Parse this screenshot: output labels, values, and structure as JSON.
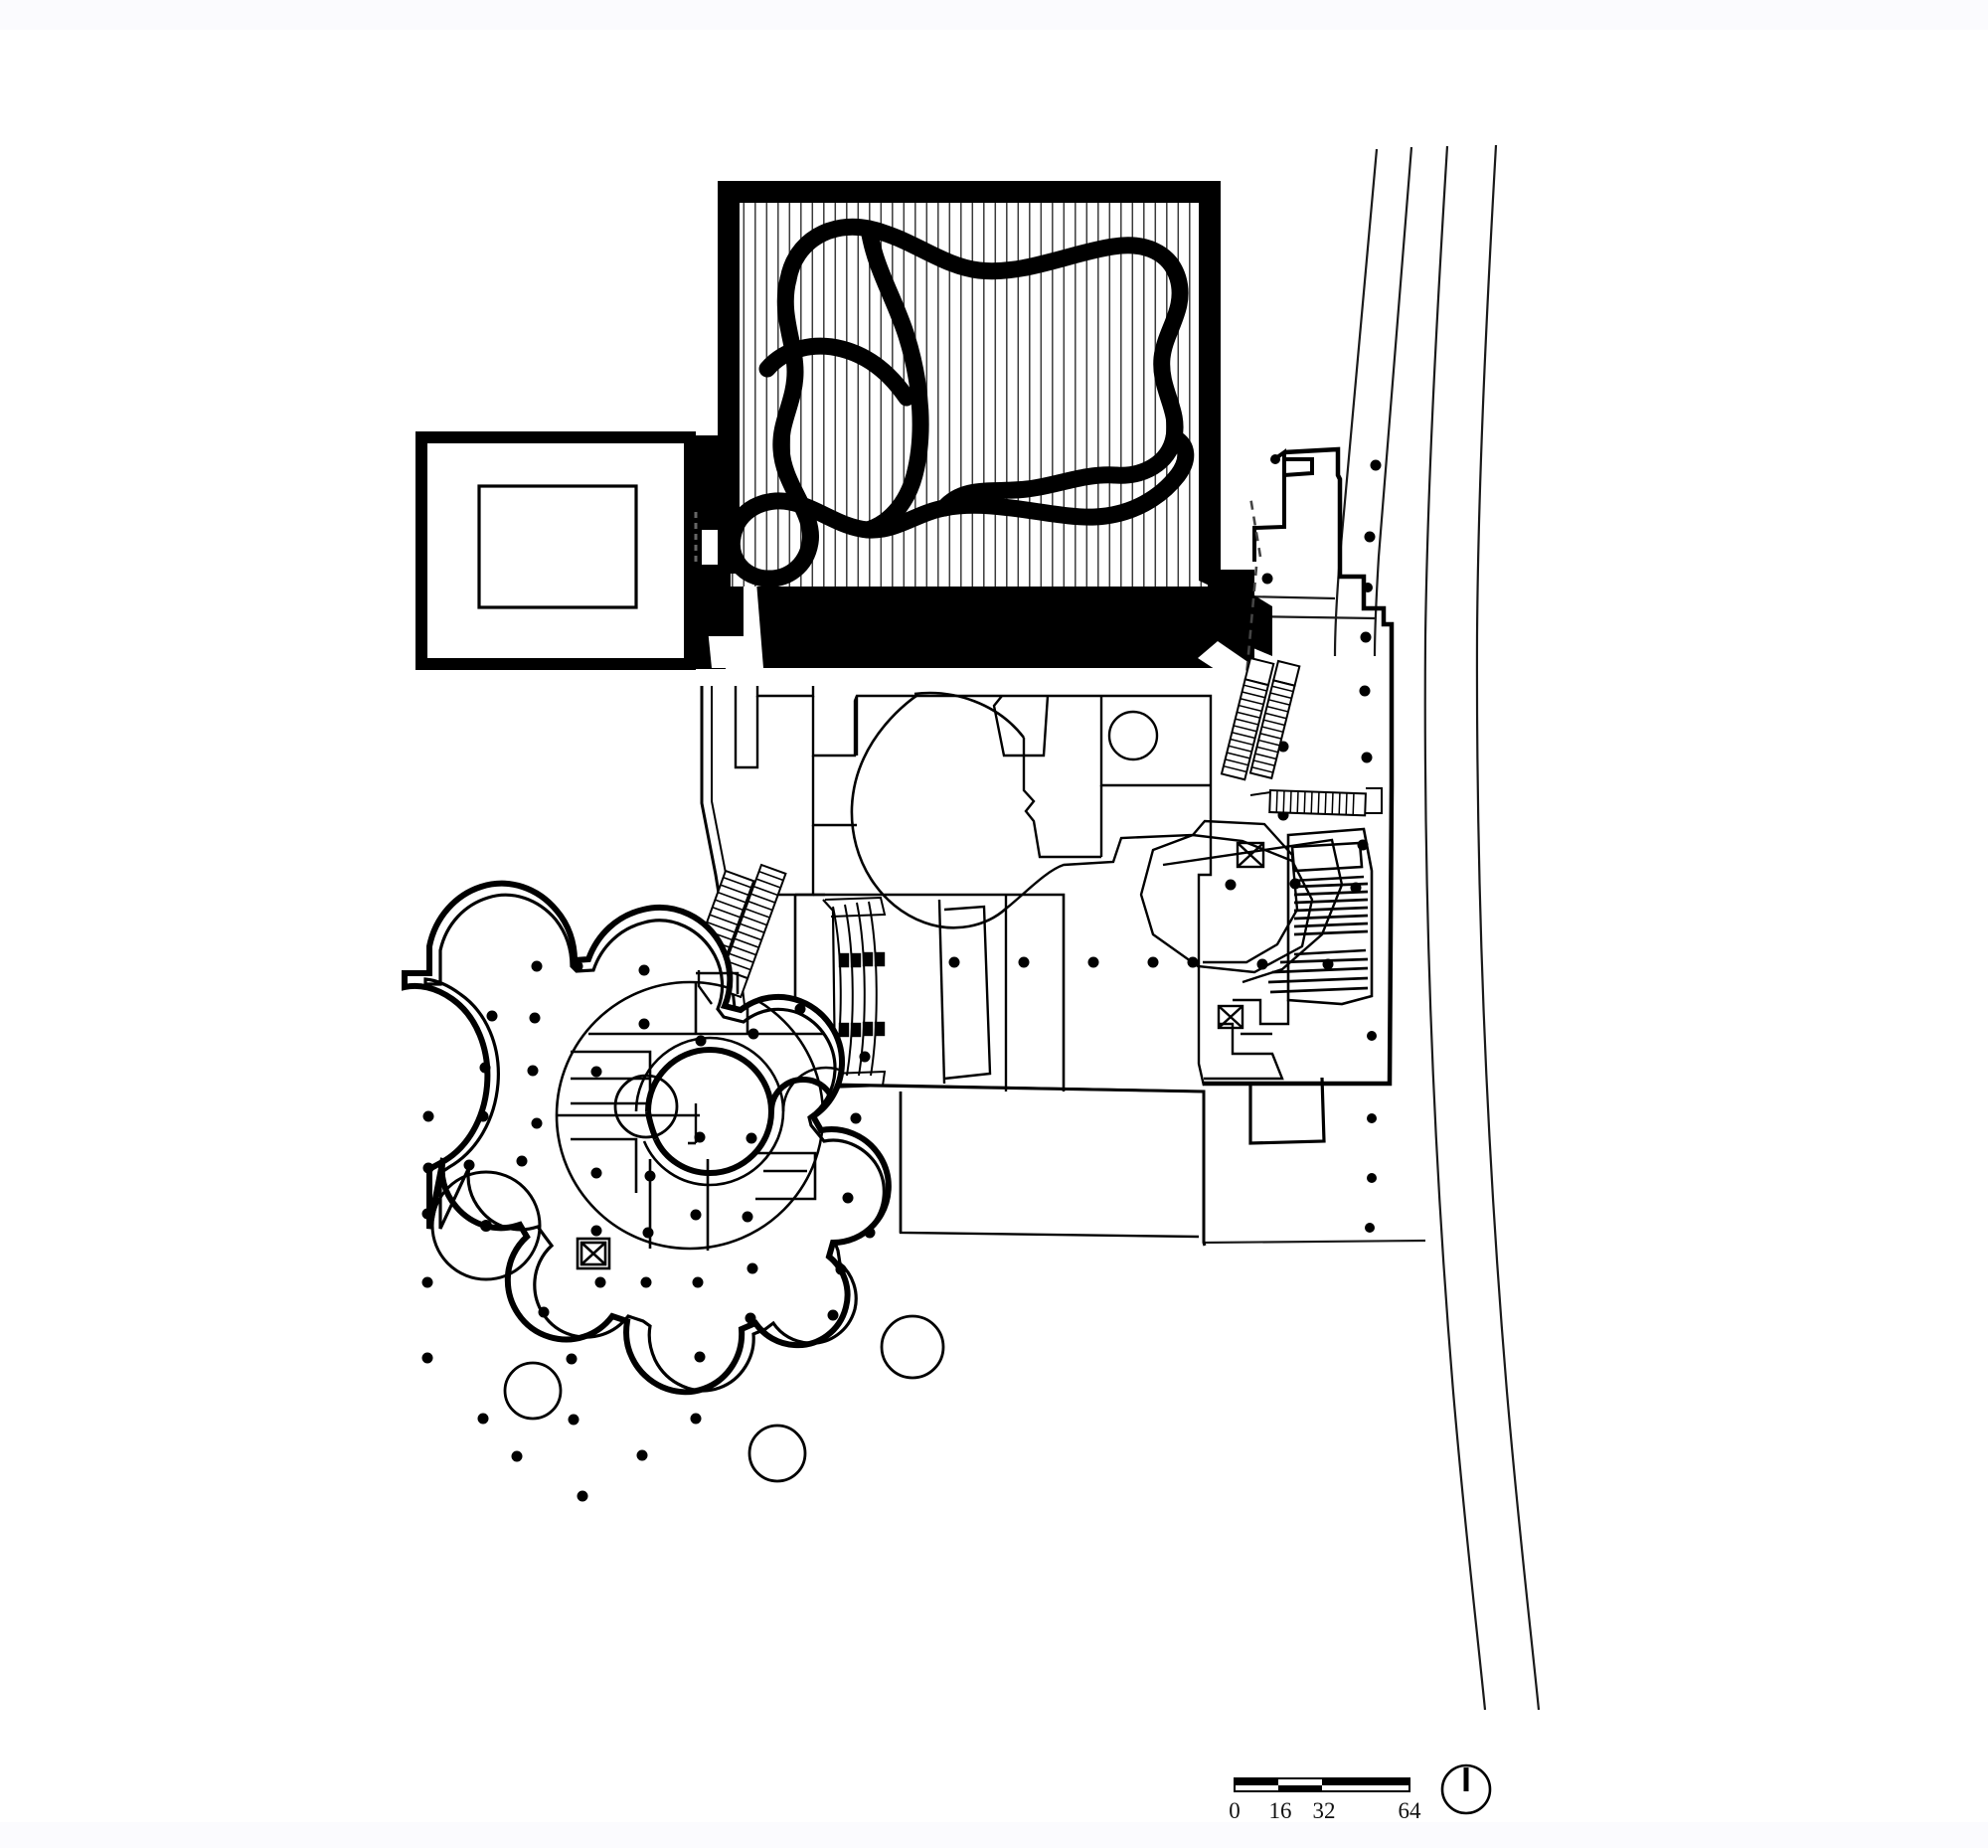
{
  "document": {
    "type": "architectural-site-plan",
    "drawing_title": "Site plan",
    "background_color": "#ffffff",
    "line_color": "#000000",
    "paper_band_color": "#fbfbfe"
  },
  "scale_bar": {
    "name": "graphic-scale-bar",
    "unit_hint": "feet",
    "ticks": [
      "0",
      "16",
      "32",
      "64"
    ],
    "segments": 4,
    "bar_color": "#000000"
  },
  "north_arrow": {
    "name": "north-arrow",
    "symbol": "circle-with-north-needle",
    "label": ""
  },
  "buildings": [
    {
      "id": "gallery-pavilion",
      "name": "hatched-roof-pavilion",
      "description": "Rectangular heavy-walled pavilion with vertical louver hatching and thick free-form organic curves inside",
      "fill": "vertical-hatch",
      "wall": "poche-black"
    },
    {
      "id": "west-annex",
      "name": "west-annex-block",
      "description": "Small square heavy-walled block west of the pavilion with an inner thin rectangle",
      "fill": "white",
      "wall": "poche-black"
    },
    {
      "id": "entry-plaza",
      "name": "entry-plaza-poche",
      "description": "Solid black plaza / podium band below the pavilion",
      "fill": "solid-black"
    },
    {
      "id": "central-complex",
      "name": "central-museum-complex",
      "description": "Irregular orthogonal complex with a large circular drum, angular galleries, auditorium seating and stairs",
      "fill": "white",
      "wall": "thin-line"
    },
    {
      "id": "east-terrace",
      "name": "east-terrace-wing",
      "description": "Angled terrace wing on the east edge with column dots and two external stair runs",
      "fill": "white",
      "wall": "medium-line"
    },
    {
      "id": "cloud-pavilion",
      "name": "scalloped-cloud-pavilion",
      "description": "Large scalloped cloud-shaped pavilion with an internal spiral circular core, column grid and circular roof openings",
      "fill": "white",
      "wall": "double-line"
    }
  ],
  "site_features": [
    {
      "name": "access-road",
      "description": "Curving road with four lane/kerb lines along the east edge"
    },
    {
      "name": "column-dots",
      "description": "Structural column markers drawn as filled dots"
    },
    {
      "name": "elevator-shaft-symbol",
      "description": "Square with crossed diagonals marking a shaft"
    },
    {
      "name": "stair-run",
      "description": "Hatched stair treads"
    },
    {
      "name": "circular-opening",
      "description": "Thin circles indicating roof oculi / courts"
    }
  ]
}
